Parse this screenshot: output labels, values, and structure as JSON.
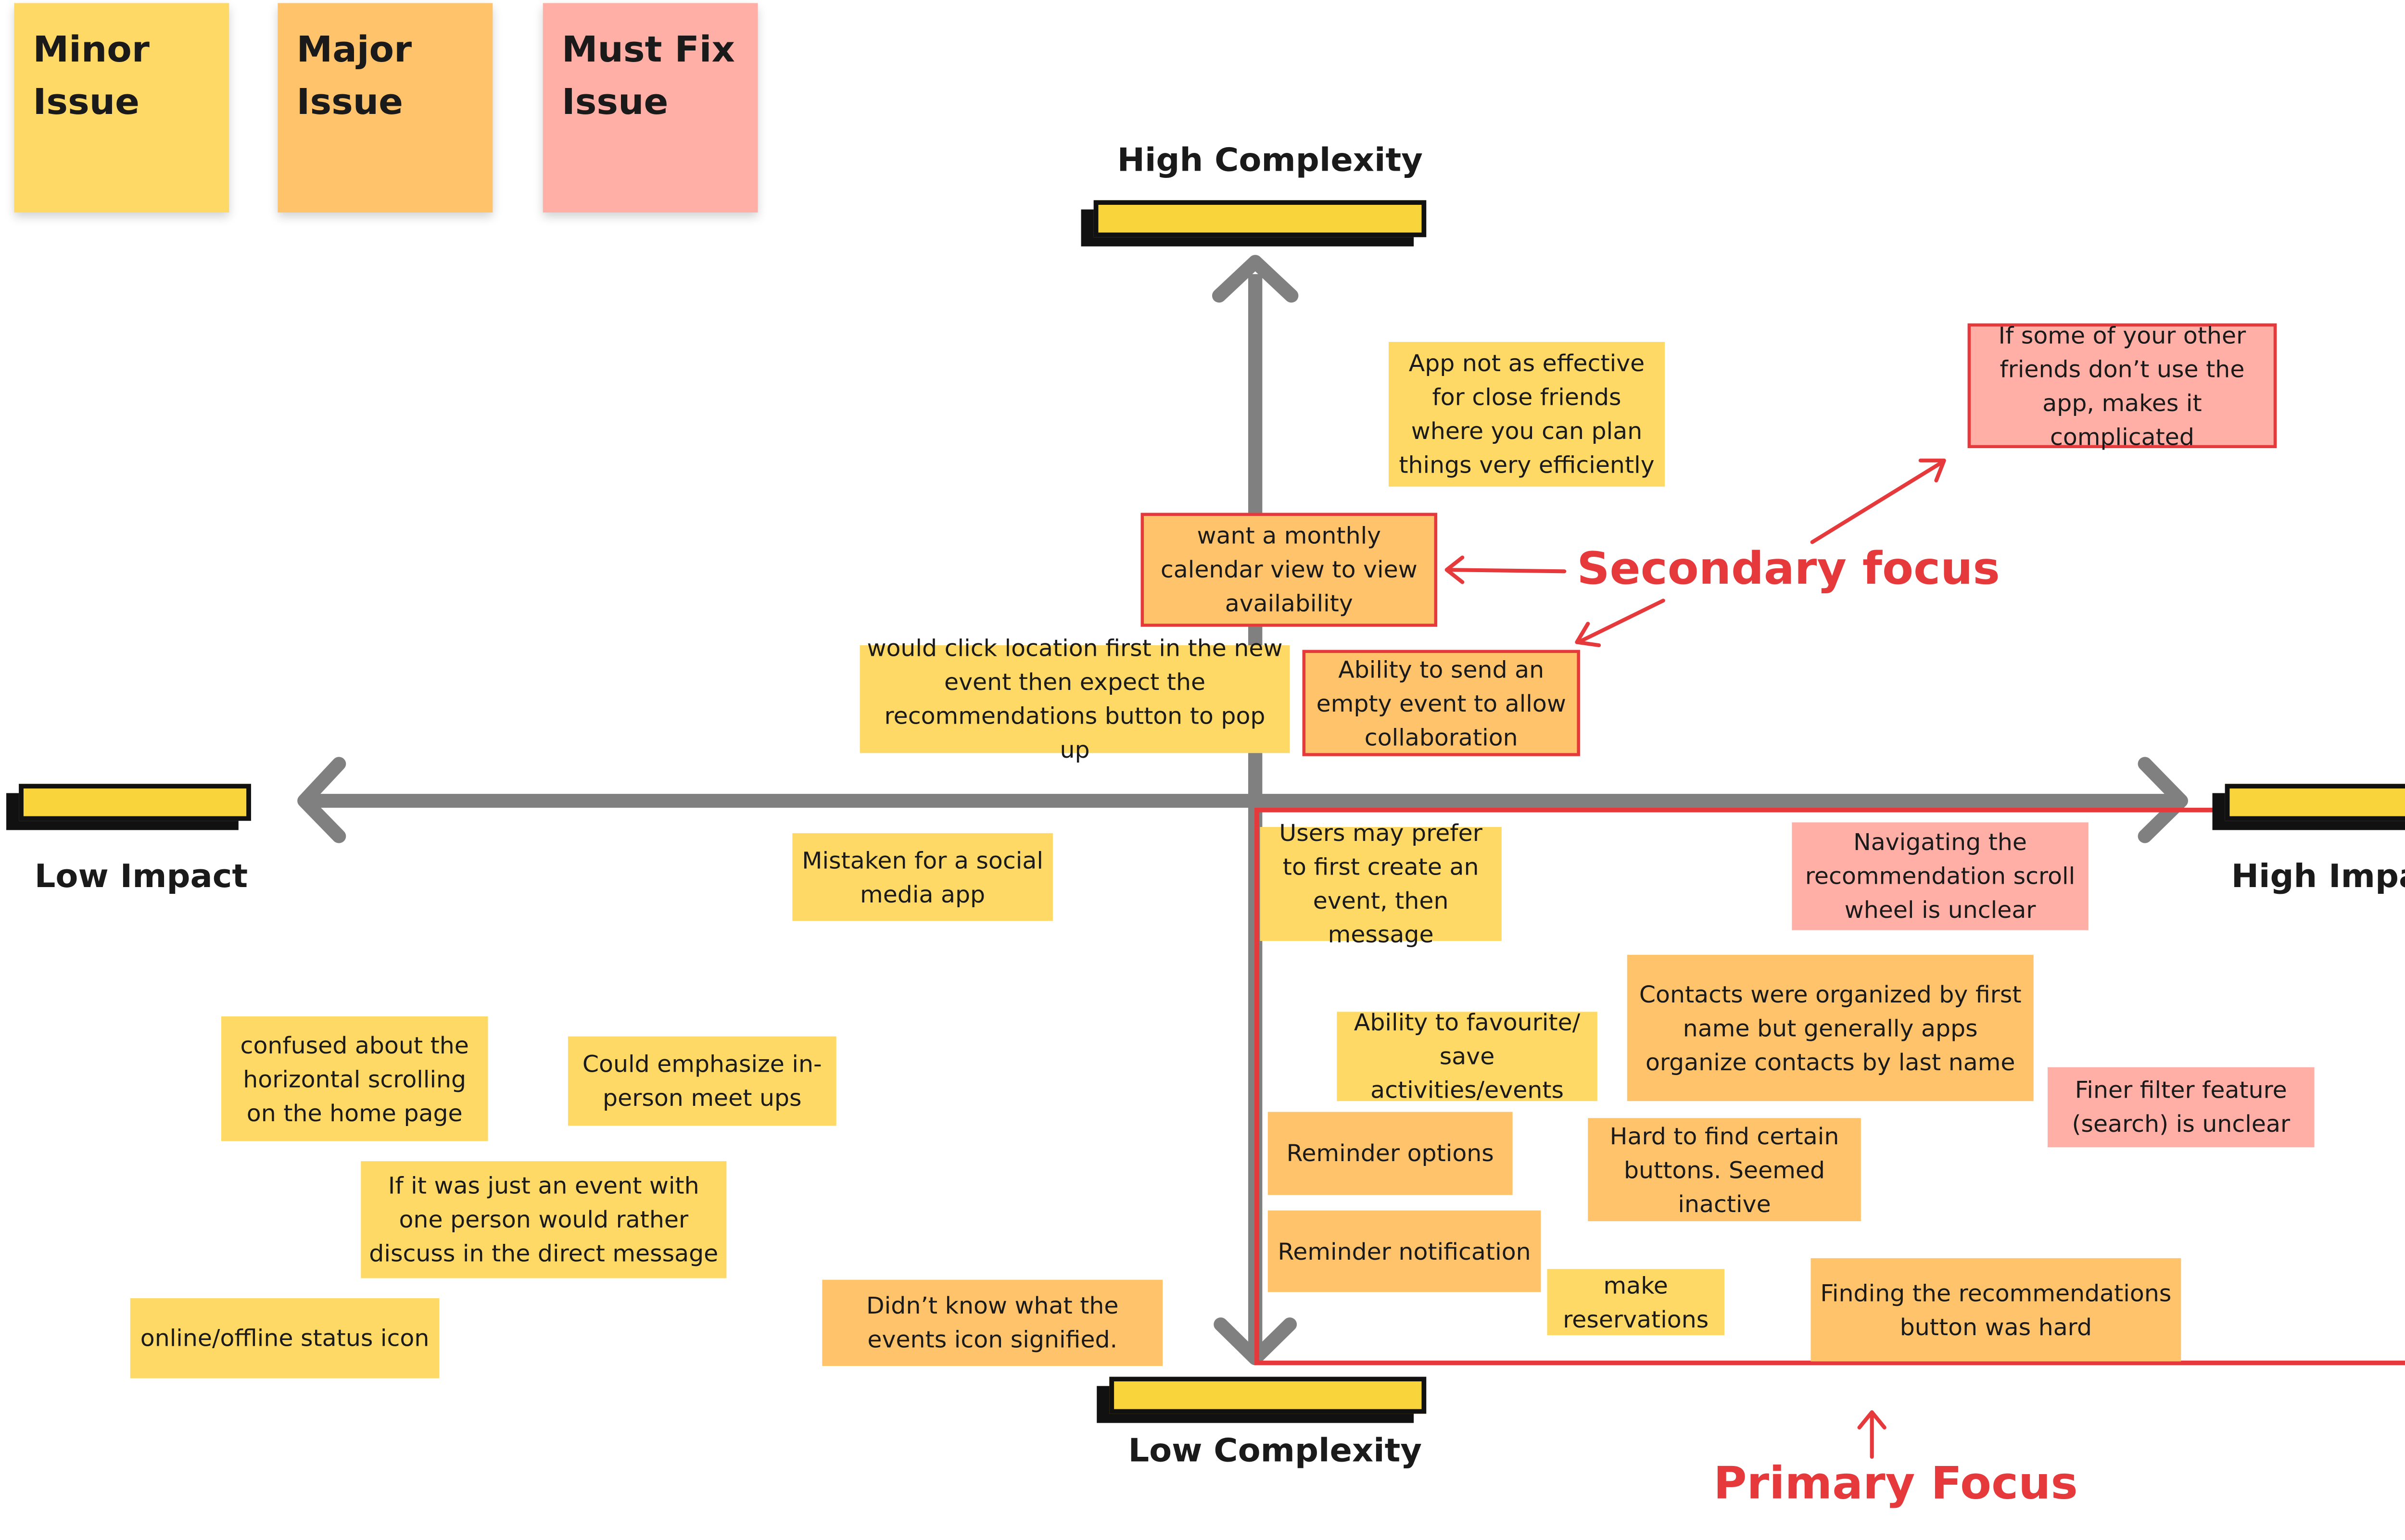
{
  "legend": [
    {
      "label": "Minor Issue",
      "color": "#FFD966"
    },
    {
      "label": "Major Issue",
      "color": "#FFC46B"
    },
    {
      "label": "Must Fix Issue",
      "color": "#FFAFA5"
    }
  ],
  "axes": {
    "top": "High Complexity",
    "bottom": "Low Complexity",
    "left": "Low Impact",
    "right": "High Impact"
  },
  "annotations": {
    "secondary": "Secondary focus",
    "primary": "Primary Focus"
  },
  "notes": {
    "app_not_effective": "App not as effective for close friends where you can plan things very efficiently",
    "other_friends": "If some of your other friends don’t use the app, makes it complicated",
    "monthly_calendar": "want a monthly calendar view to view availability",
    "click_location": "would click location first in the new event then expect the recommendations button to pop up",
    "empty_event": "Ability to send an empty event to allow collaboration",
    "mistaken_social": "Mistaken for a social media app",
    "create_event_first": "Users may prefer to first create an event, then message",
    "navigating_scroll": "Navigating the recommendation scroll wheel is unclear",
    "contacts_organized": "Contacts were organized by first name but generally apps organize contacts by last name",
    "favourite": "Ability to favourite/ save activities/events",
    "finer_filter": "Finer filter feature (search) is unclear",
    "reminder_options": "Reminder options",
    "hard_to_find": "Hard to find certain buttons. Seemed inactive",
    "reminder_notification": "Reminder notification",
    "make_reservations": "make reservations",
    "finding_recommendations": "Finding the recommendations button was hard",
    "horizontal_scrolling": "confused about the horizontal scrolling on the home page",
    "emphasize_meetups": "Could emphasize in-person meet ups",
    "direct_message": "If it was just an event with one person would rather discuss in the direct message",
    "status_icon": "online/offline status icon",
    "events_icon": "Didn’t know what the events icon signified."
  },
  "colors": {
    "minor": "#FFD966",
    "major": "#FFC46B",
    "must_fix": "#FFAFA5",
    "focus_red": "#E5393B",
    "axis_gray": "#808080",
    "bar_yellow": "#FAD43B"
  }
}
